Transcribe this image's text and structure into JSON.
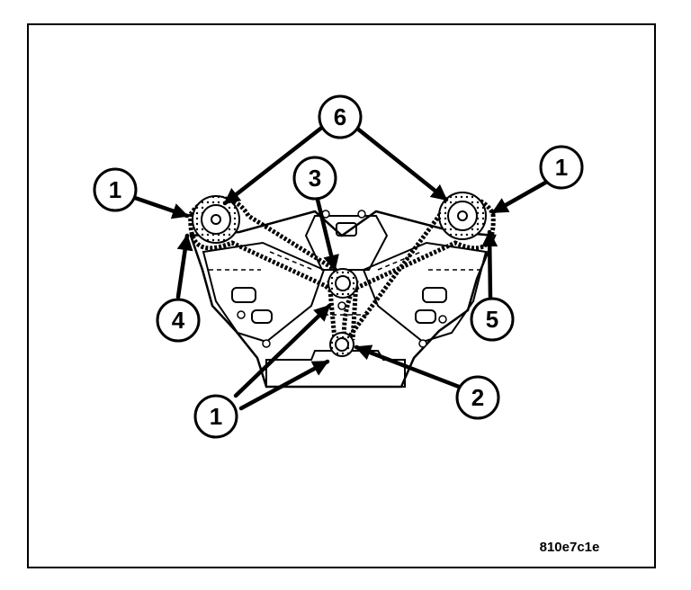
{
  "figure": {
    "id": "810e7c1e",
    "callouts": [
      {
        "label": "1"
      },
      {
        "label": "1"
      },
      {
        "label": "1"
      },
      {
        "label": "2"
      },
      {
        "label": "3"
      },
      {
        "label": "4"
      },
      {
        "label": "5"
      },
      {
        "label": "6"
      }
    ]
  }
}
